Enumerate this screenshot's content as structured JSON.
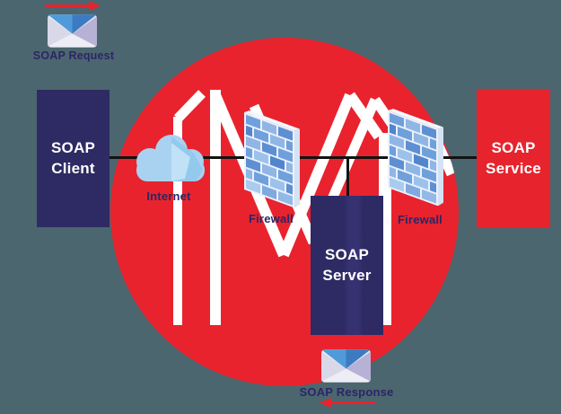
{
  "colors": {
    "background": "#4C666F",
    "accent_red": "#E8232D",
    "node_navy": "#2E2A64",
    "service_red": "#E7232E",
    "label_navy": "#2B2667",
    "connector_black": "#121212",
    "watermark_white": "#FFFFFF",
    "cloud_blue": "#A8D2F0",
    "brick_blue": "#6FA0DC"
  },
  "nodes": {
    "client": {
      "line1": "SOAP",
      "line2": "Client"
    },
    "server": {
      "line1": "SOAP",
      "line2": "Server"
    },
    "service": {
      "line1": "SOAP",
      "line2": "Service"
    },
    "internet": {
      "label": "Internet"
    },
    "firewall_left": {
      "label": "Firewall"
    },
    "firewall_right": {
      "label": "Firewall"
    }
  },
  "messages": {
    "request": {
      "label": "SOAP Request",
      "arrow_direction": "right"
    },
    "response": {
      "label": "SOAP Response",
      "arrow_direction": "left"
    }
  },
  "icons": {
    "cloud": "cloud-icon",
    "firewall": "brick-wall-icon",
    "request": "envelope-icon",
    "response": "envelope-icon",
    "request_arrow": "arrow-right-icon",
    "response_arrow": "arrow-left-icon"
  }
}
